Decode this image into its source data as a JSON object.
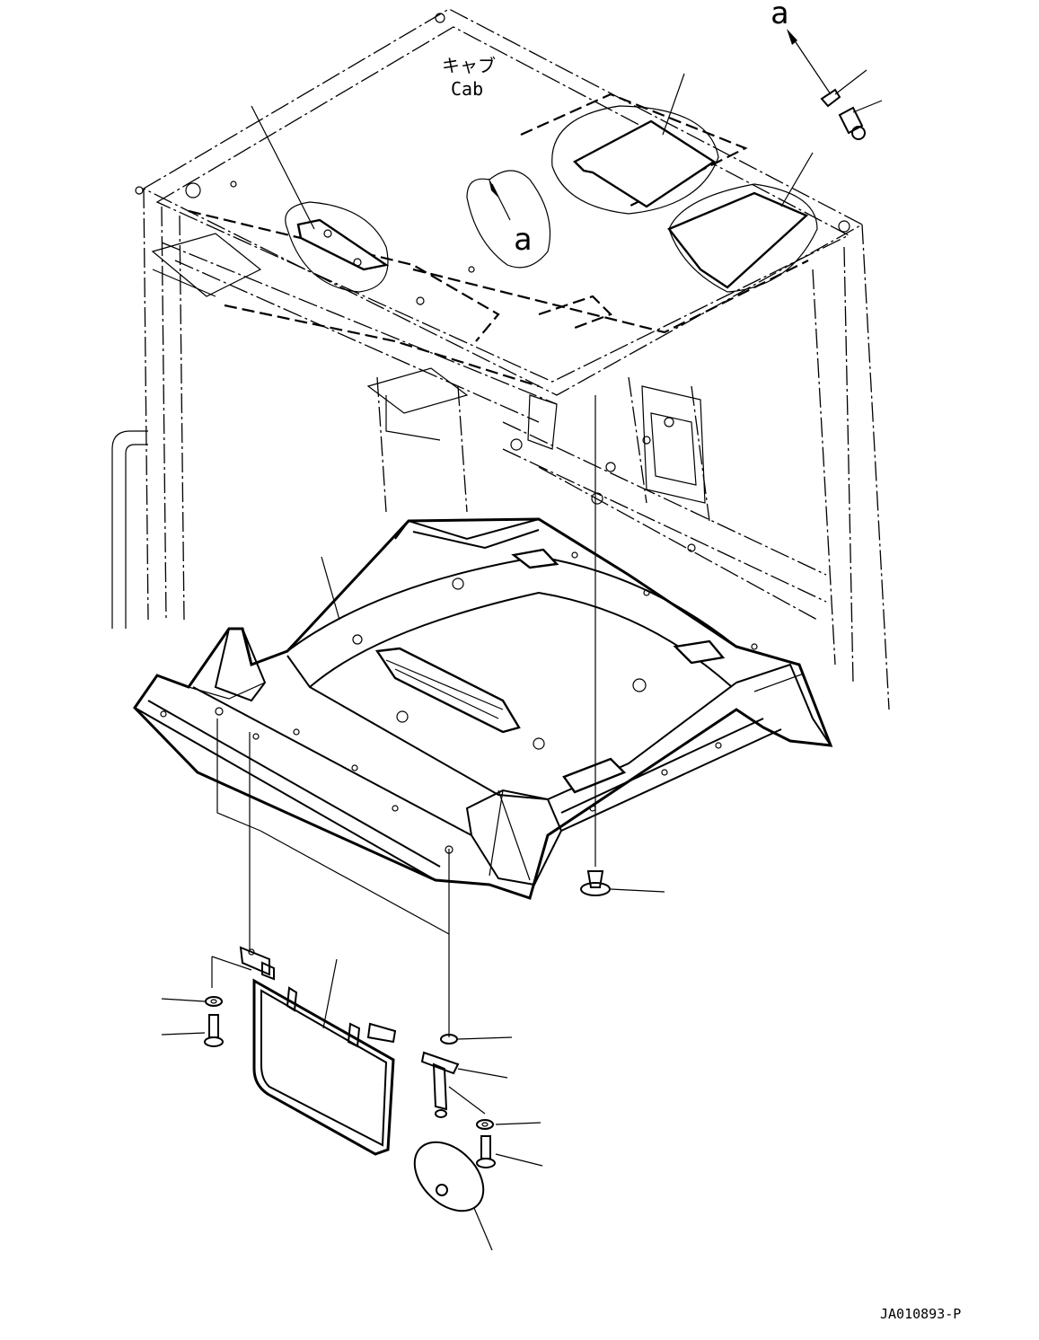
{
  "labels": {
    "cab_jp": "キャブ",
    "cab_en": "Cab",
    "view_ref_top": "a",
    "view_ref_mid": "a",
    "drawing_number": "JA010893-P"
  },
  "colors": {
    "ink": "#000000",
    "paper": "#ffffff"
  }
}
